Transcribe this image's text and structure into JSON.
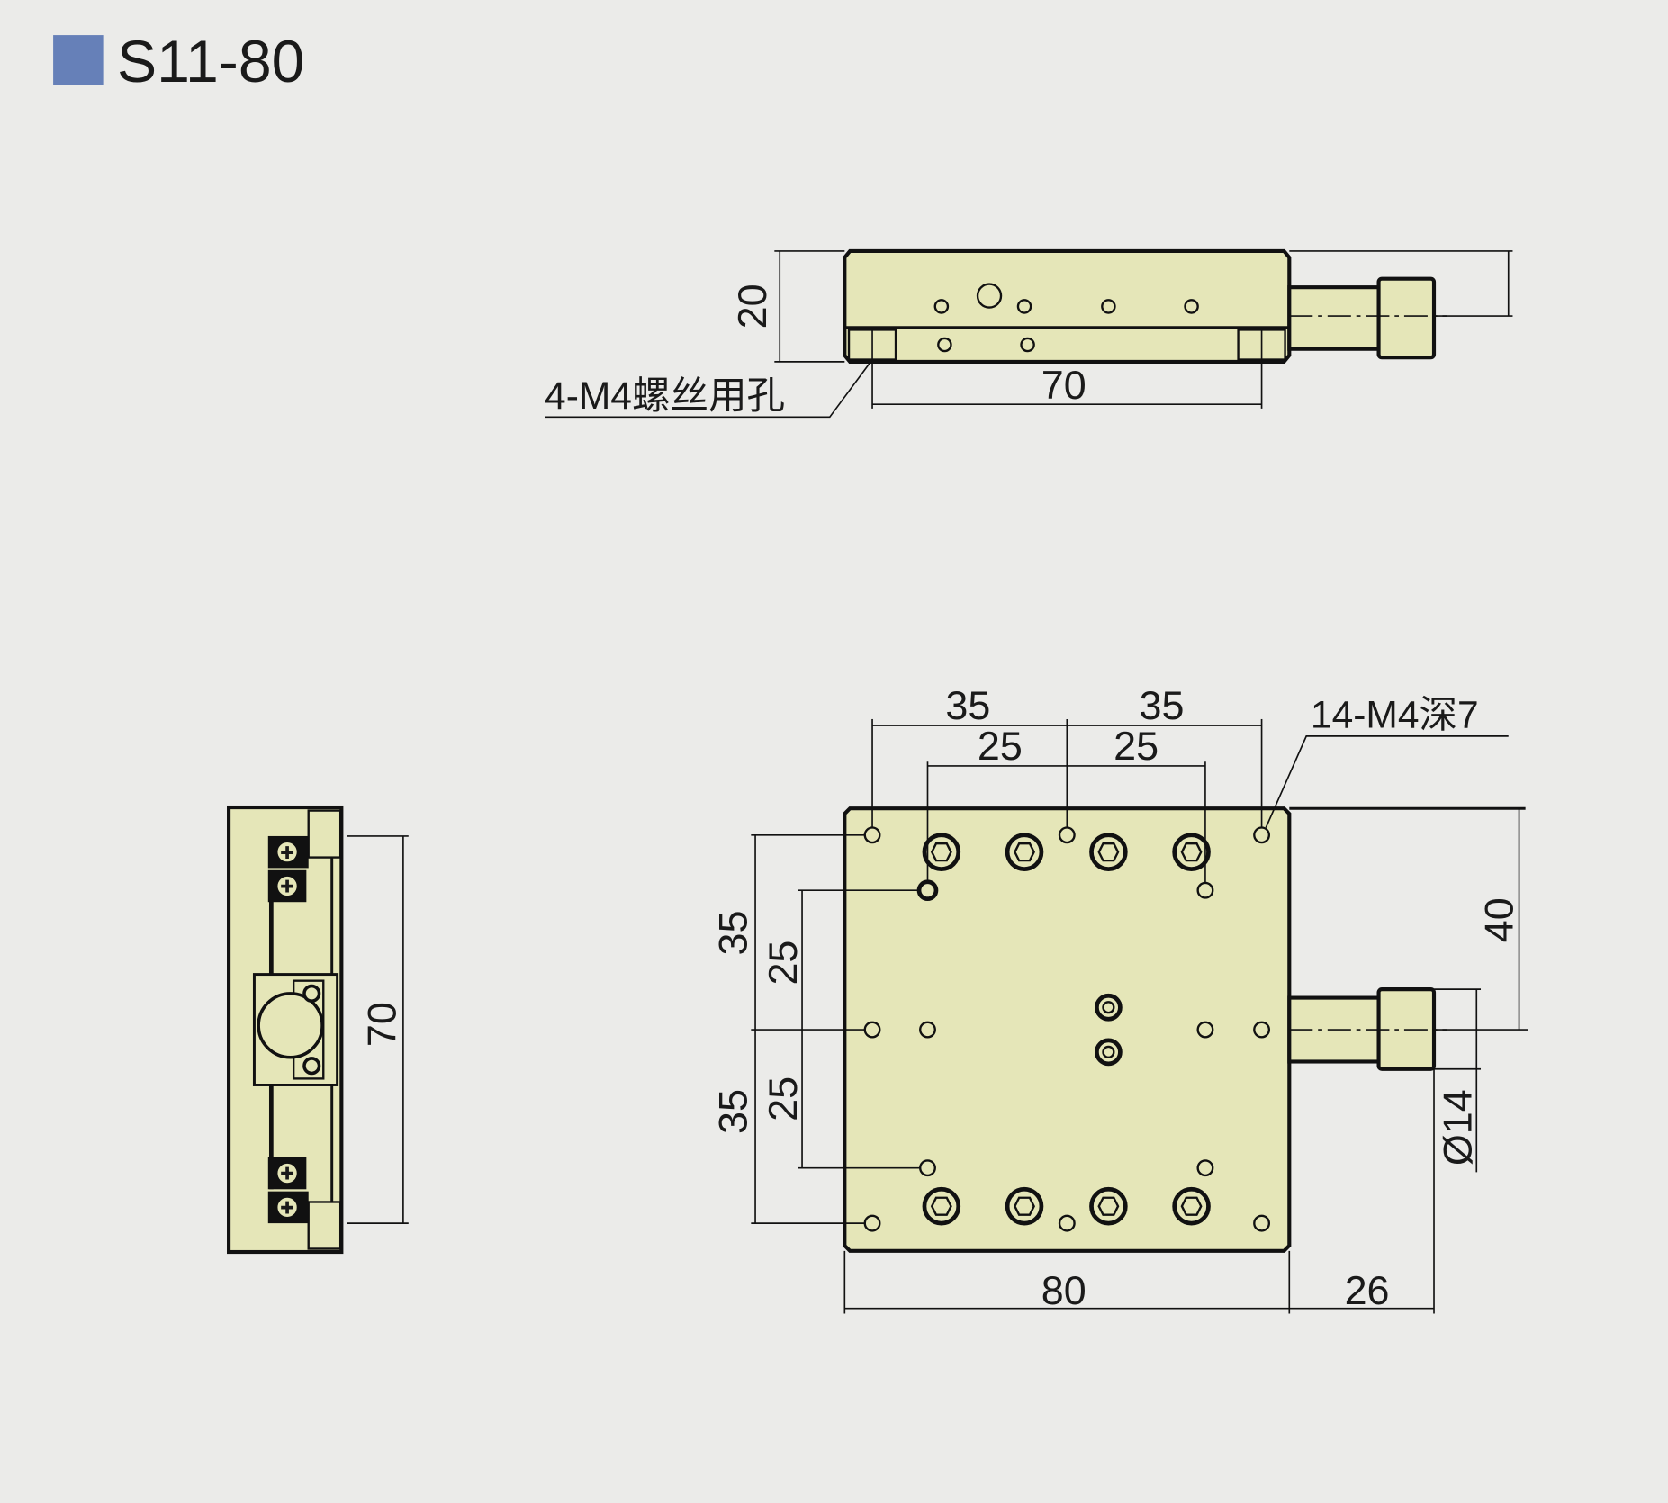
{
  "title": "S11-80",
  "colors": {
    "background": "#ebebe9",
    "part_fill": "#e5e6b8",
    "title_marker": "#6680b8"
  },
  "top_view": {
    "height_dim": "20",
    "hole_spacing_dim": "70",
    "note": "4-M4螺丝用孔"
  },
  "side_view": {
    "length_dim": "70"
  },
  "plan_view": {
    "top_dims": [
      "35",
      "35"
    ],
    "inner_top_dims": [
      "25",
      "25"
    ],
    "left_dims": [
      "35",
      "35"
    ],
    "inner_left_dims": [
      "25",
      "25"
    ],
    "right_dim": "40",
    "micrometer_dia": "Ø14",
    "width_dim": "80",
    "micrometer_len": "26",
    "note": "14-M4深7"
  }
}
